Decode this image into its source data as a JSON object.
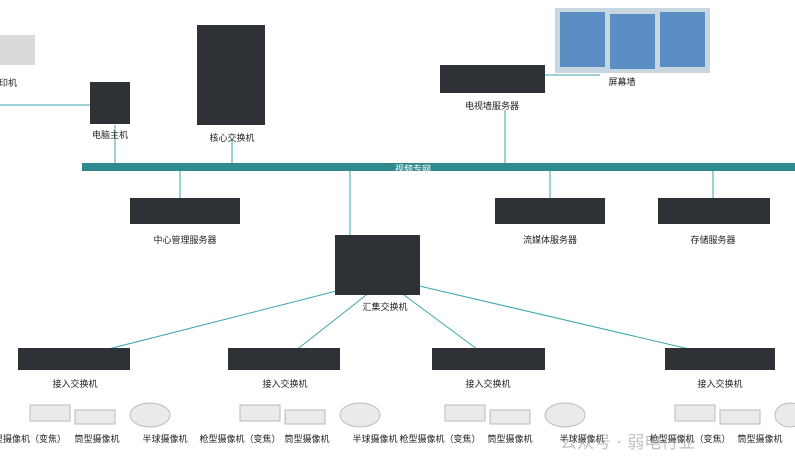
{
  "network": {
    "label": "视频专网"
  },
  "devices": {
    "printer": "印机",
    "pc": "电脑主机",
    "core_switch": "核心交换机",
    "screen_wall": "屏幕墙",
    "tv_server": "电视墙服务器",
    "mgmt_server": "中心管理服务器",
    "stream_server": "流媒体服务器",
    "storage_server": "存储服务器",
    "agg_switch": "汇集交换机"
  },
  "access_switches": [
    "接入交换机",
    "接入交换机",
    "接入交换机",
    "接入交换机"
  ],
  "cameras": [
    "型摄像机（变焦）",
    "筒型摄像机",
    "半球摄像机",
    "枪型摄像机（变焦）",
    "筒型摄像机",
    "半球摄像机",
    "枪型摄像机（变焦）",
    "筒型摄像机",
    "半球摄像机",
    "枪型摄像机（变焦）",
    "筒型摄像机"
  ],
  "watermark": "公众号 · 弱电行业",
  "colors": {
    "link": "#3aa6ad",
    "bar": "#2f8a8f",
    "device": "#2e3136"
  }
}
